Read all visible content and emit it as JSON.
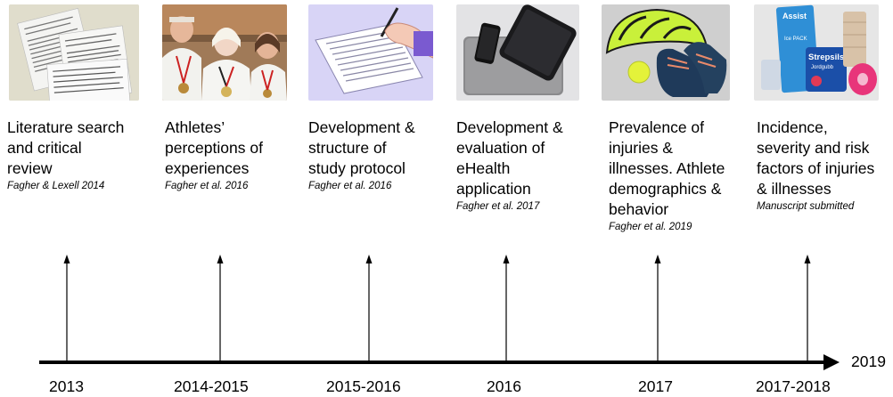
{
  "end_year": "2019",
  "milestones": [
    {
      "icon": "literature-papers",
      "lines": [
        "Literature search",
        "and critical",
        "review"
      ],
      "citation": "Fagher & Lexell 2014",
      "year": "2013"
    },
    {
      "icon": "athletes-photo",
      "lines": [
        "Athletes’",
        "perceptions of",
        "experiences"
      ],
      "citation": "Fagher et al. 2016",
      "year": "2014-2015"
    },
    {
      "icon": "writing-hand",
      "lines": [
        "Development &",
        "structure of",
        "study protocol"
      ],
      "citation": "Fagher et al. 2016",
      "year": "2015-2016"
    },
    {
      "icon": "devices",
      "lines": [
        "Development &",
        "evaluation of",
        "eHealth",
        "application"
      ],
      "citation": "Fagher et al. 2017",
      "year": "2016"
    },
    {
      "icon": "sports-gear",
      "lines": [
        "Prevalence of",
        "injuries &",
        "illnesses. Athlete",
        "demographics &",
        "behavior"
      ],
      "citation": "Fagher et al. 2019",
      "year": "2017"
    },
    {
      "icon": "medical-supplies",
      "lines": [
        "Incidence,",
        "severity and risk",
        "factors of injuries",
        "& illnesses"
      ],
      "citation": "Manuscript submitted",
      "year": "2017-2018"
    }
  ],
  "thumb_text": {
    "assist": "Assist",
    "ice_pack": "Ice PACK",
    "strepsils": "Strepsils",
    "jordgubb": "Jordgubb"
  }
}
